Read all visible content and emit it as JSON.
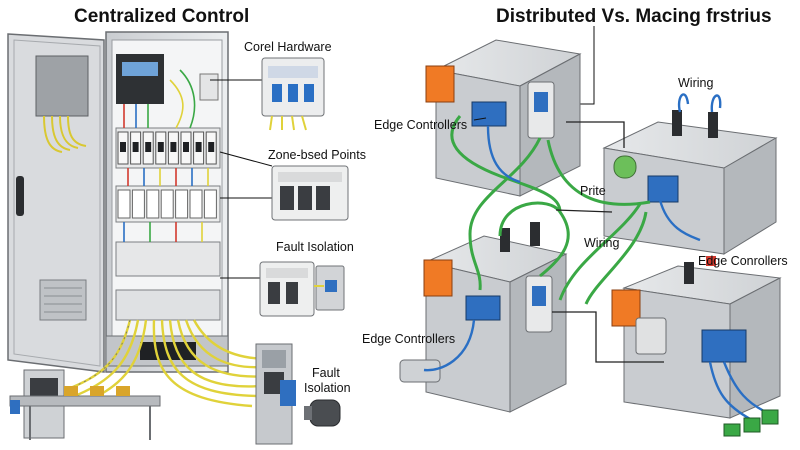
{
  "left": {
    "title": "Centralized Control",
    "labels": {
      "core_hardware": "Corel Hardware",
      "zone_points": "Zone-bsed Points",
      "fault_isolation_1": "Fault Isolation",
      "fault_isolation_2a": "Fault",
      "fault_isolation_2b": "Isolation"
    }
  },
  "right": {
    "title": "Distributed Vs. Macing frstrius",
    "labels": {
      "wiring_top": "Wiring",
      "edge_controllers_1": "Edge Controllers",
      "prite": "Prite",
      "wiring_mid": "Wiring",
      "edge_controllers_2": "Edge Conrollers",
      "edge_controllers_3": "Edge Controllers"
    }
  },
  "colors": {
    "cabinet": "#d6d8db",
    "cable_yellow": "#e0d23a",
    "cable_green": "#3aa845",
    "cable_blue": "#2a6fc4",
    "orange_box": "#f07a25",
    "blue_box": "#2f6fc0"
  },
  "icons": [
    "control-cabinet",
    "breaker-module",
    "conveyor-machine",
    "motor",
    "edge-controller",
    "junction-box"
  ]
}
